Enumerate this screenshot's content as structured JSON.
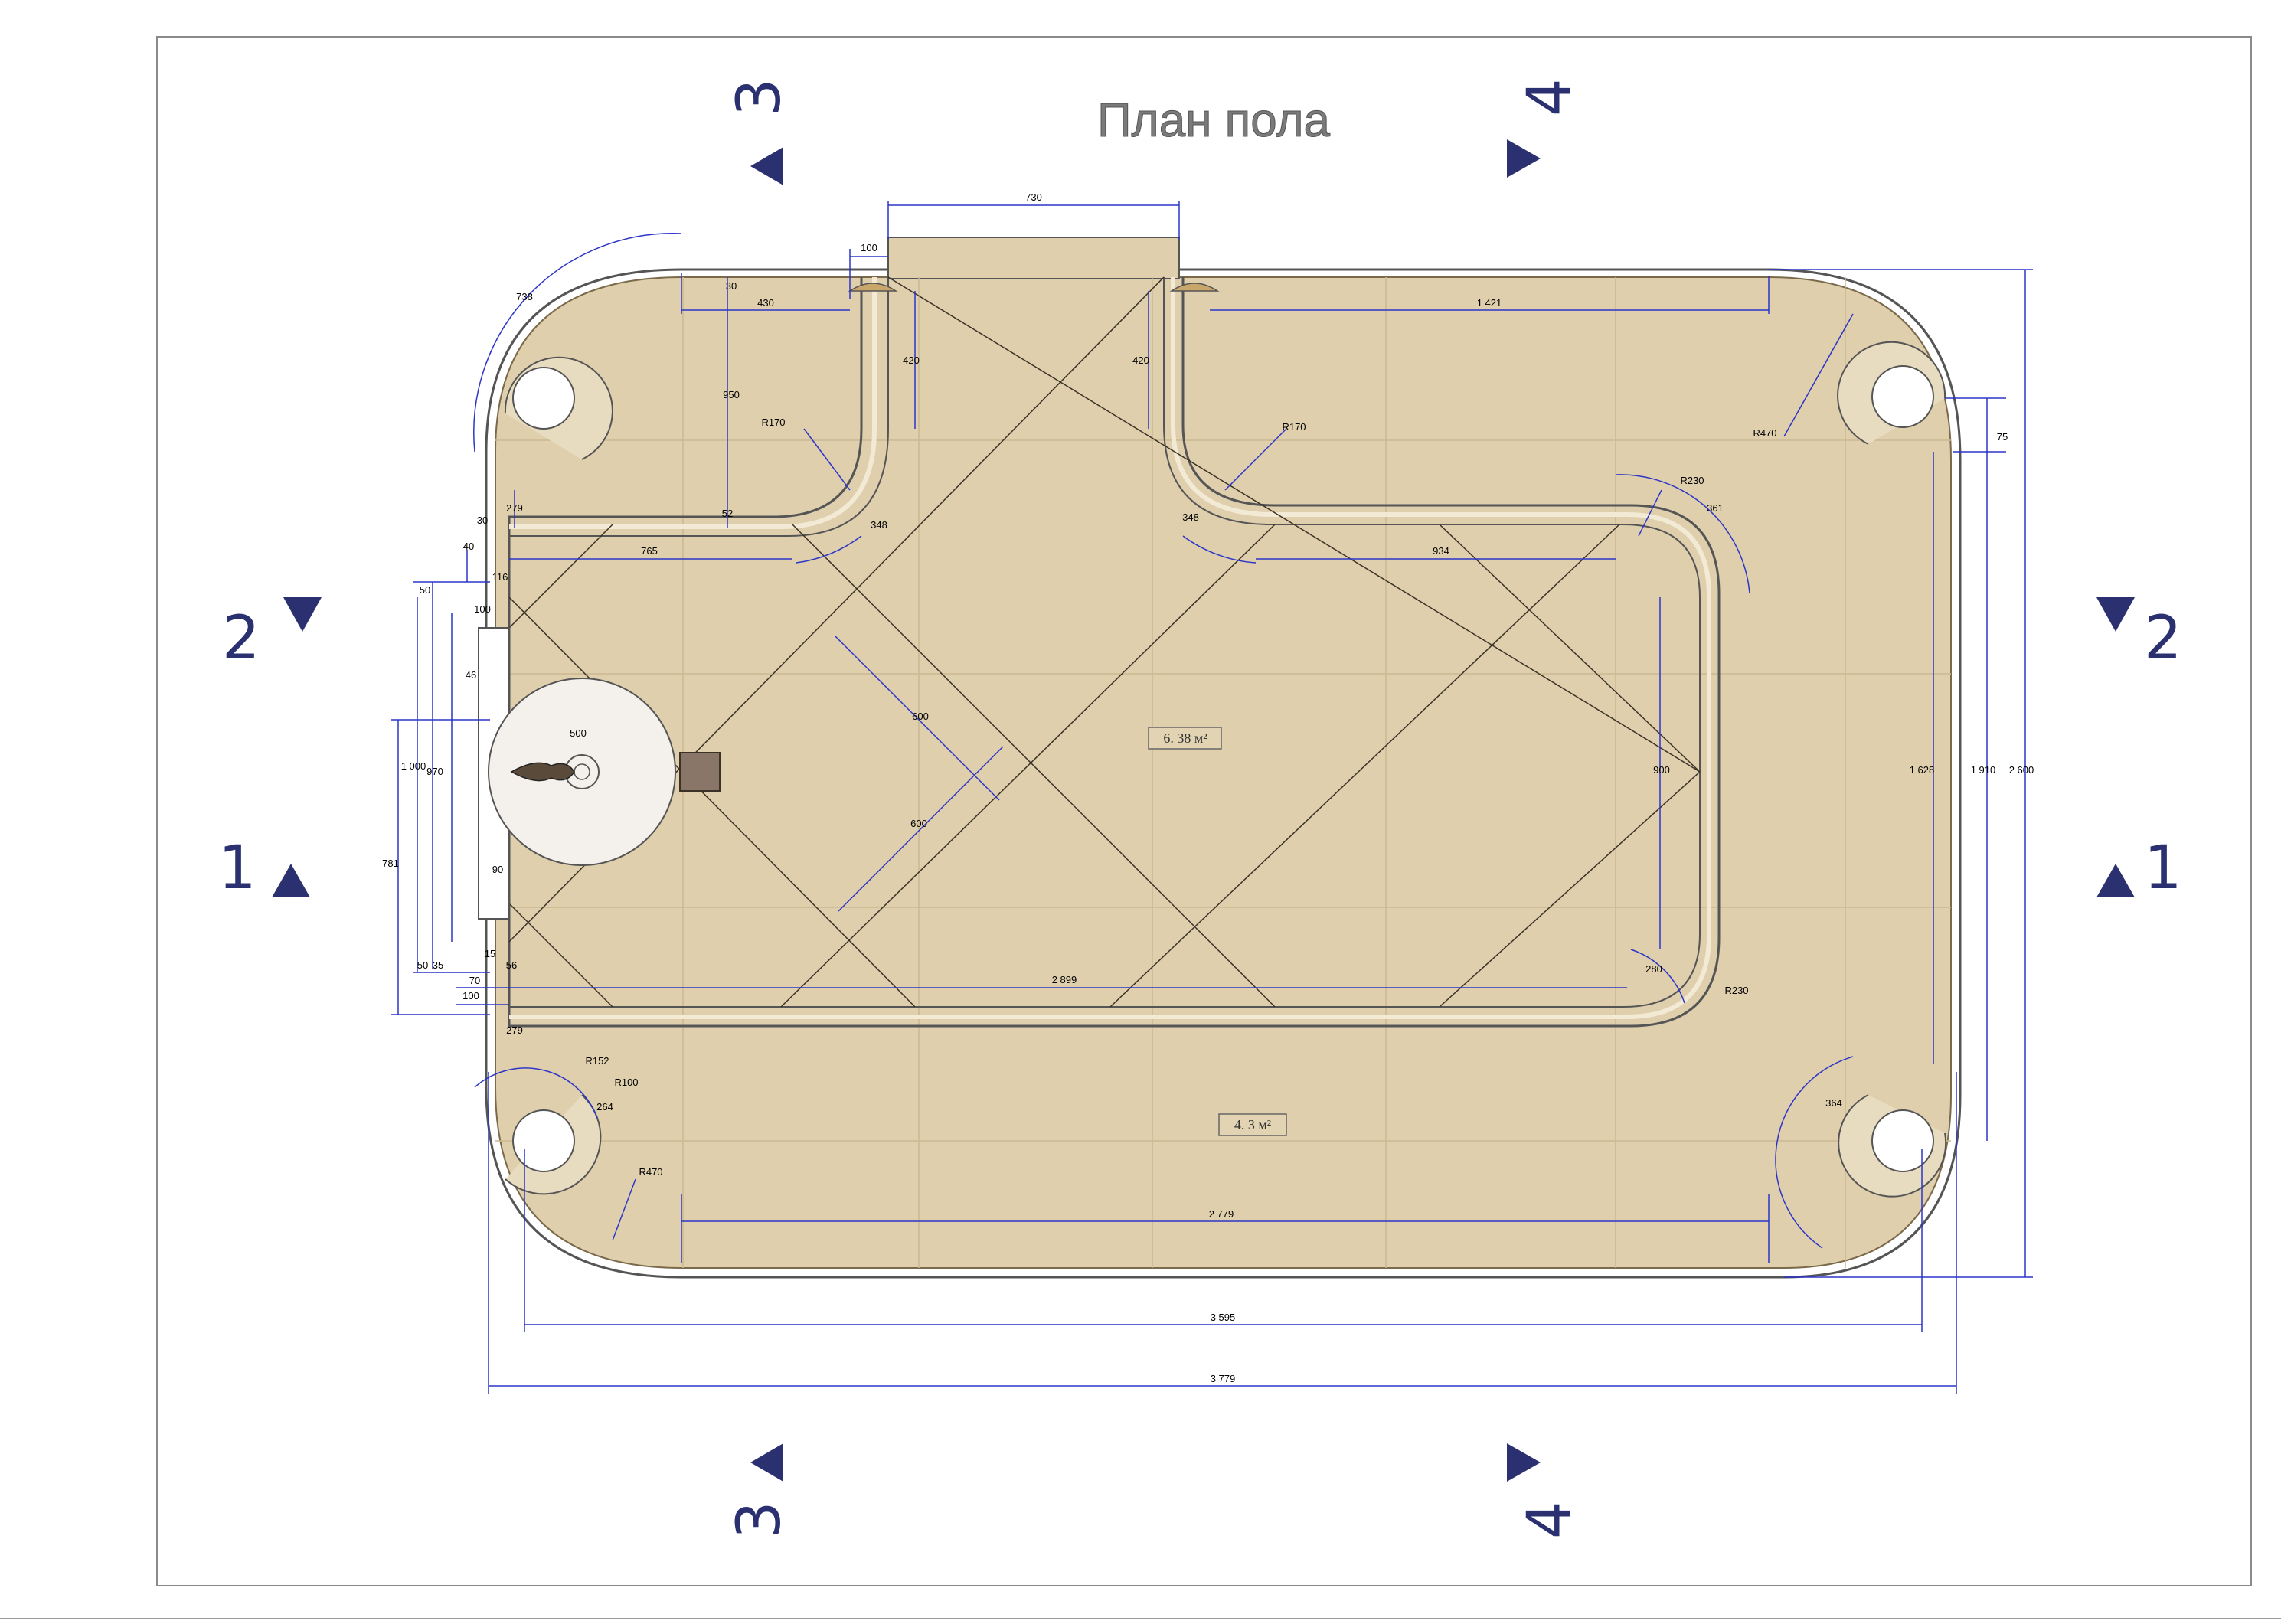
{
  "title": "План пола",
  "sections": {
    "left_top": "2",
    "left_bottom": "1",
    "right_top": "2",
    "right_bottom": "1",
    "top_left": "3",
    "top_right": "4",
    "bottom_left": "3",
    "bottom_right": "4"
  },
  "areas": {
    "inner": "6. 38 м²",
    "outer": "4. 3 м²"
  },
  "dimensions": {
    "niche_width": "730",
    "niche_step": "100",
    "d30_top": "30",
    "d430": "430",
    "d1421": "1 421",
    "d950": "950",
    "d420_left": "420",
    "d420_right": "420",
    "r170_left": "R170",
    "r170_right": "R170",
    "d738": "738",
    "d348_left": "348",
    "d348_right": "348",
    "d52": "52",
    "d279_top": "279",
    "d30_left": "30",
    "d765": "765",
    "d934": "934",
    "r230_top": "R230",
    "d361": "361",
    "r470_top": "R470",
    "d75": "75",
    "d40": "40",
    "d116": "116",
    "d50_top": "50",
    "d100_left": "100",
    "d46": "46",
    "d1000": "1 000",
    "d970": "970",
    "d781": "781",
    "d500": "500",
    "d600_a": "600",
    "d600_b": "600",
    "d900": "900",
    "d90": "90",
    "d1628": "1 628",
    "d1910": "1 910",
    "d2600": "2 600",
    "d35": "35",
    "d50_bottom": "50",
    "d15": "15",
    "d56": "56",
    "d70": "70",
    "d100_bottom": "100",
    "d2899": "2 899",
    "d280": "280",
    "r230_bottom": "R230",
    "d279_bottom": "279",
    "r152": "R152",
    "r100": "R100",
    "d264": "264",
    "r470_bottom": "R470",
    "d364": "364",
    "d2779": "2 779",
    "d3595": "3 595",
    "d3779": "3 779"
  },
  "colors": {
    "floor": "#dfcfad",
    "floor_dark": "#cdb98f",
    "dimension_line": "#2c35c8",
    "section_marker": "#2b3070",
    "wall": "#7a7a7a",
    "drain": "#8a7668"
  }
}
